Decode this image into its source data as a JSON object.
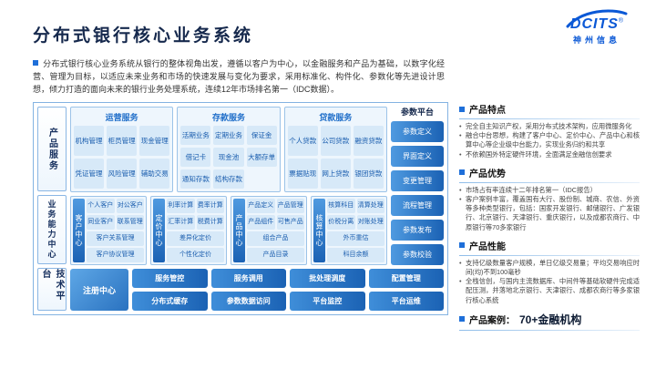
{
  "title": "分布式银行核心业务系统",
  "logo": {
    "brand": "DCITS",
    "registered": "®",
    "subbrand": "神州信息"
  },
  "intro": {
    "text": "分布式银行核心业务系统从银行的整体视角出发，遵循以客户为中心，以金融服务和产品为基础，以数字化经营、管理为目标，以适应未来业务和市场的快速发展与变化为要求，采用标准化、构件化、参数化等先进设计思想，倾力打造的面向未来的银行业务处理系统，连续12年市场排名第一（IDC数据）。"
  },
  "diagram": {
    "rails": [
      {
        "label": "产品服务"
      },
      {
        "label": "业务能力中心"
      },
      {
        "label": "技术平台"
      }
    ],
    "product_groups": [
      {
        "title": "运营服务",
        "items": [
          "机构管理",
          "柜员管理",
          "现金管理",
          "凭证管理",
          "风险管理",
          "辅助交易"
        ]
      },
      {
        "title": "存款服务",
        "items": [
          "活期业务",
          "定期业务",
          "保证金",
          "借记卡",
          "现金池",
          "大额存单",
          "通知存款",
          "结构存款"
        ]
      },
      {
        "title": "贷款服务",
        "items": [
          "个人贷款",
          "公司贷款",
          "融资贷款",
          "票据贴现",
          "网上贷款",
          "银团贷款"
        ]
      }
    ],
    "centers": [
      {
        "title": "客户中心",
        "items": [
          "个人客户",
          "对公客户",
          "同业客户",
          "联系管理"
        ],
        "wide_items": [
          "客户关系管理",
          "客户协议管理"
        ]
      },
      {
        "title": "定价中心",
        "items": [
          "利率计算",
          "费率计算",
          "汇率计算",
          "税费计算"
        ],
        "wide_items": [
          "差异化定价",
          "个性化定价"
        ]
      },
      {
        "title": "产品中心",
        "items": [
          "产品定义",
          "产品管理",
          "产品组件",
          "可售产品"
        ],
        "wide_items": [
          "组合产品",
          "产品目录"
        ]
      },
      {
        "title": "核算中心",
        "items": [
          "核算科目",
          "清算处理",
          "价税分离",
          "对账处理"
        ],
        "wide_items": [
          "外币重估",
          "科目余额"
        ]
      }
    ],
    "parameter_platform": {
      "title": "参数平台",
      "items": [
        "参数定义",
        "界面定义",
        "变更管理",
        "流程管理",
        "参数发布",
        "参数校验"
      ]
    },
    "tech_platform": {
      "registry": "注册中心",
      "items": [
        "服务管控",
        "服务调用",
        "批处理调度",
        "配置管理",
        "分布式缓存",
        "参数数据访问",
        "平台监控",
        "平台运维"
      ]
    }
  },
  "panels": [
    {
      "title": "产品特点",
      "bullets": [
        "完全自主知识产权，采用分布式技术架构，应用微服务化",
        "融合中台思想，构建了客户中心、定价中心、产品中心和核算中心等企业级中台能力，实现业务归约和共享",
        "不依赖国外特定硬件环境，全面满足金融信创要求"
      ]
    },
    {
      "title": "产品优势",
      "bullets": [
        "市场占有率连续十二年排名第一（IDC报告）",
        "客户案例丰富，覆盖国有大行、股份制、城商、农信、外资等多种类型银行，包括：国家开发银行、邮储银行、广发银行、北京银行、天津银行、重庆银行，以及成都农商行、中原银行等70多家银行"
      ]
    },
    {
      "title": "产品性能",
      "bullets": [
        "支持亿级数量客户规模，单日亿级交易量；平均交易响应时间(均)不到100毫秒",
        "全栈信创，与国内主流数据库、中间件等基础软硬件完成适配压测，并落地北京银行、天津银行、成都农商行等多家银行核心系统"
      ]
    },
    {
      "title": "产品案例：",
      "highlight": "70+金融机构",
      "bullets": []
    }
  ],
  "colors": {
    "accent_blue": "#1e6fd9",
    "title_navy": "#16294d",
    "chip_bg": "#d7e9f8",
    "chip_text": "#1a5dae",
    "gradient_dark": "#1b62b4",
    "gradient_light": "#4f9ae0",
    "logo_blue": "#0a58d6"
  }
}
